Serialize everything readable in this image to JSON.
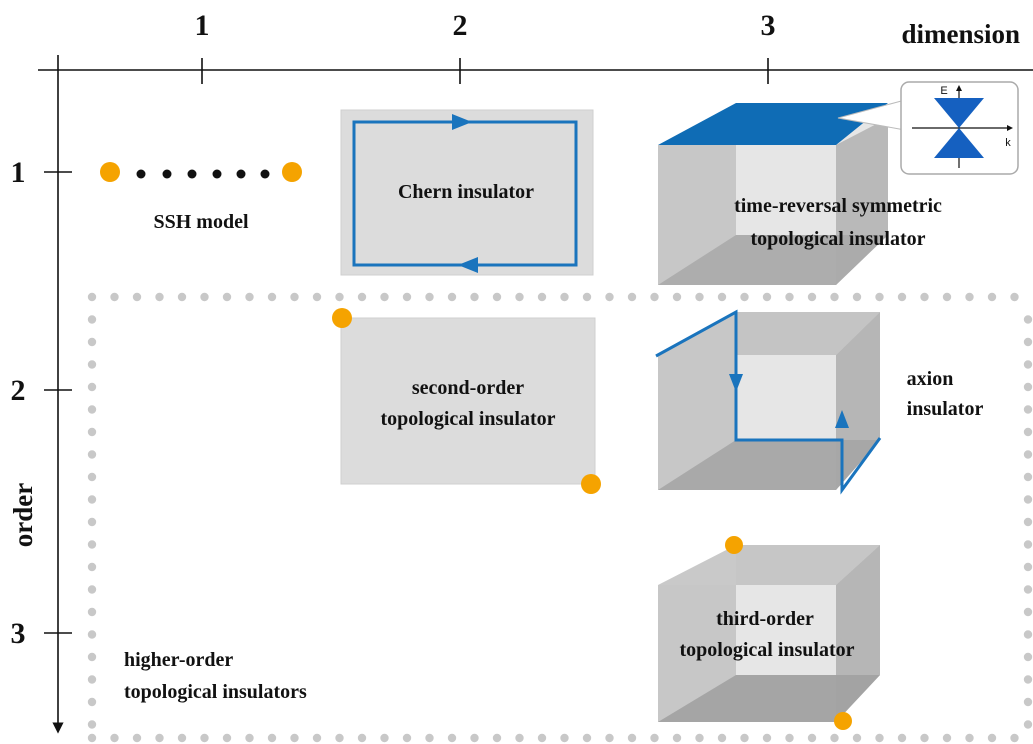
{
  "axes": {
    "x_title": "dimension",
    "y_title": "order",
    "x_ticks": [
      "1",
      "2",
      "3"
    ],
    "y_ticks": [
      "1",
      "2",
      "3"
    ]
  },
  "panels": {
    "ssh": "SSH model",
    "chern": "Chern insulator",
    "tri_line1": "time-reversal symmetric",
    "tri_line2": "topological insulator",
    "second_line1": "second-order",
    "second_line2": "topological insulator",
    "axion_line1": "axion",
    "axion_line2": "insulator",
    "third_line1": "third-order",
    "third_line2": "topological insulator",
    "hoti_line1": "higher-order",
    "hoti_line2": "topological insulators"
  },
  "inset": {
    "e_label": "E",
    "k_label": "k"
  },
  "colors": {
    "edge_blue": "#1a74bd",
    "surface_blue": "#0f6cb5",
    "dot_orange": "#f5a300",
    "panel_gray": "#dcdcdc",
    "dotted_border": "#c8c8c8"
  }
}
